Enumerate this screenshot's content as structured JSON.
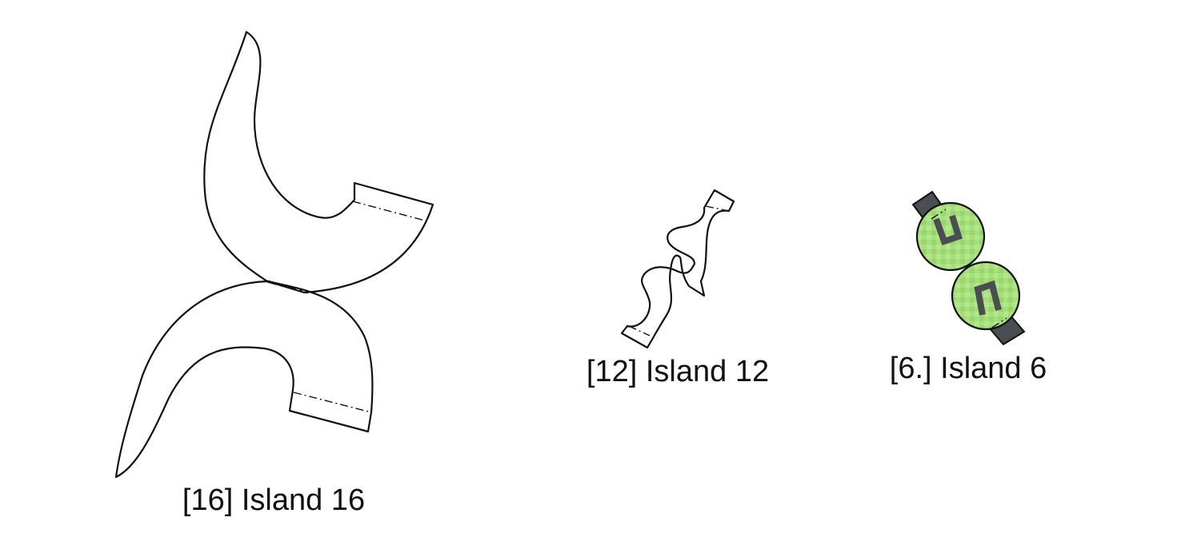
{
  "islands": [
    {
      "id": "16",
      "label": "[16] Island 16"
    },
    {
      "id": "12",
      "label": "[12] Island 12"
    },
    {
      "id": "6",
      "label": "[6.] Island 6"
    }
  ],
  "colors": {
    "paper_light": "#f5c2a8",
    "paper_dark": "#d98f92",
    "green": "#a6e07a",
    "green_dark": "#7ec25a",
    "tab_gray": "#4a4e52",
    "outline": "#111111"
  }
}
